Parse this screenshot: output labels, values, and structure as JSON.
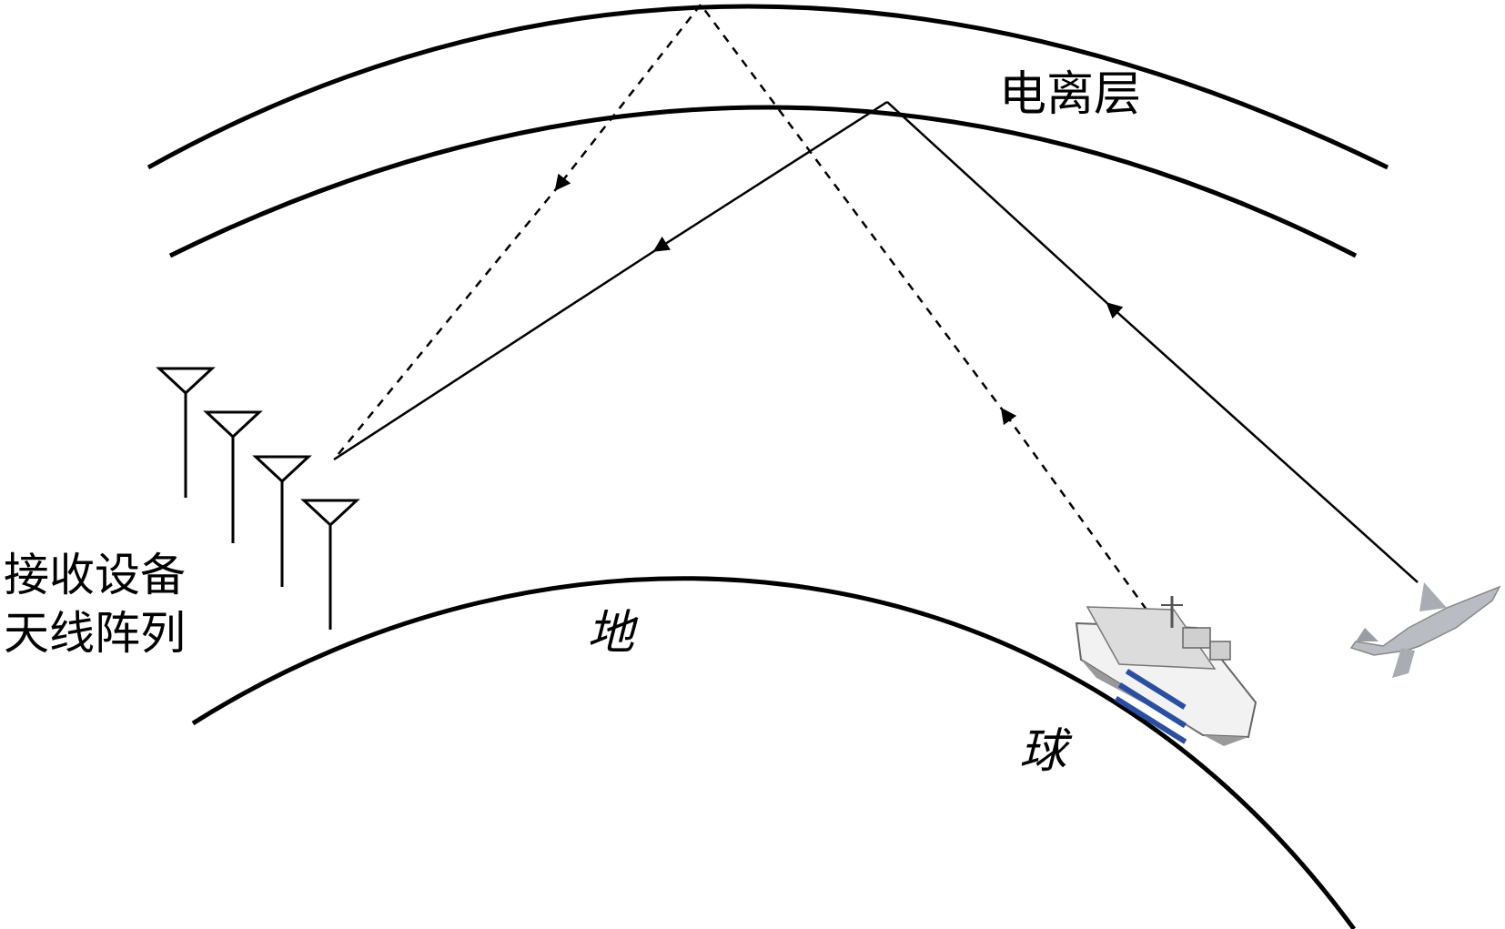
{
  "labels": {
    "ionosphere": "电离层",
    "receiver_line1": "接收设备",
    "receiver_line2": "天线阵列",
    "earth_char1": "地",
    "earth_char2": "球"
  },
  "colors": {
    "stroke": "#000000",
    "ship_hull": "#f2f2f2",
    "ship_windows": "#2a4fa0",
    "aircraft": "#b9bcc2"
  },
  "icons": {
    "ship": "ship-icon",
    "aircraft": "fighter-jet-icon",
    "antenna": "antenna-icon"
  }
}
